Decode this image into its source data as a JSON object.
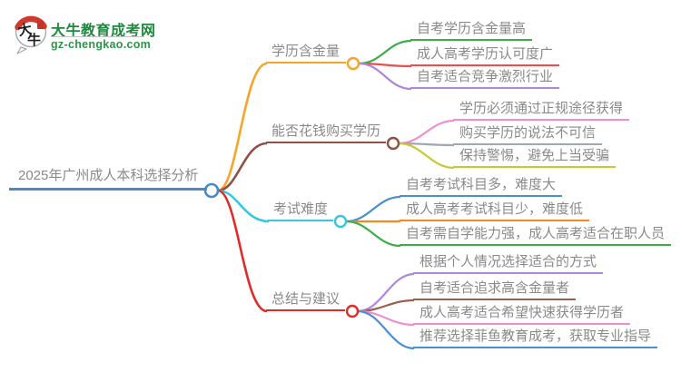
{
  "logo": {
    "icon_char1": "大",
    "icon_char2": "牛",
    "title": "大牛教育成考网",
    "url": "gz-chengkao.com",
    "title_color": "#1e8a3e",
    "url_color": "#2d9448",
    "icon_red": "#ce3a2c"
  },
  "root": {
    "label": "2025年广州成人本科选择分析",
    "color": "#4a8ac8"
  },
  "branches": [
    {
      "label": "学历含金量",
      "color": "#f7a42b",
      "children": [
        {
          "label": "自考学历含金量高",
          "color": "#3dae49"
        },
        {
          "label": "成人高考学历认可度广",
          "color": "#ee4b4b"
        },
        {
          "label": "自考适合竞争激烈行业",
          "color": "#b087dc"
        }
      ]
    },
    {
      "label": "能否花钱购买学历",
      "color": "#8e5144",
      "children": [
        {
          "label": "学历必须通过正规途径获得",
          "color": "#f08fd0"
        },
        {
          "label": "购买学历的说法不可信",
          "color": "#9da9b3"
        },
        {
          "label": "保持警惕，避免上当受骗",
          "color": "#c6ca32"
        }
      ]
    },
    {
      "label": "考试难度",
      "color": "#38c6e0",
      "children": [
        {
          "label": "自考考试科目多，难度大",
          "color": "#4a8fd2"
        },
        {
          "label": "成人高考考试科目少，难度低",
          "color": "#f6881f"
        },
        {
          "label": "自考需自学能力强，成人高考适合在职人员",
          "color": "#3dae49"
        }
      ]
    },
    {
      "label": "总结与建议",
      "color": "#e02b2b",
      "children": [
        {
          "label": "根据个人情况选择适合的方式",
          "color": "#b087dc"
        },
        {
          "label": "自考适合追求高含金量者",
          "color": "#9a614c"
        },
        {
          "label": "成人高考适合希望快速获得学历者",
          "color": "#f08fd0"
        },
        {
          "label": "推荐选择菲鱼教育成考，获取专业指导",
          "color": "#4a8fd2"
        }
      ]
    }
  ]
}
